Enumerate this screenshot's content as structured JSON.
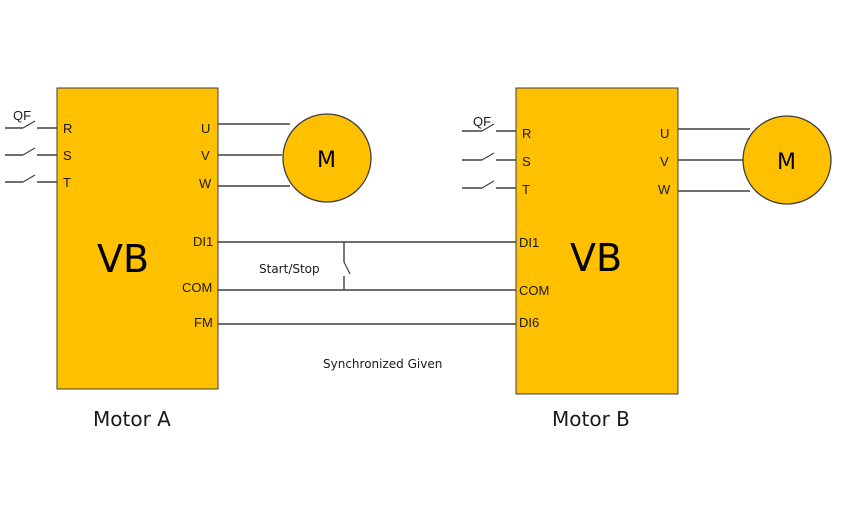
{
  "colors": {
    "drive_fill": "#FFC000",
    "motor_fill": "#FFC000",
    "wire": "#404040"
  },
  "drive_a": {
    "name": "VB",
    "caption": "Motor A",
    "breaker": "QF",
    "input_terminals": [
      "R",
      "S",
      "T"
    ],
    "output_terminals": [
      "U",
      "V",
      "W"
    ],
    "control_terminals": [
      "DI1",
      "COM",
      "FM"
    ],
    "motor": "M"
  },
  "drive_b": {
    "name": "VB",
    "caption": "Motor B",
    "breaker": "QF",
    "input_terminals": [
      "R",
      "S",
      "T"
    ],
    "output_terminals": [
      "U",
      "V",
      "W"
    ],
    "control_terminals": [
      "DI1",
      "COM",
      "DI6"
    ],
    "motor": "M"
  },
  "links": {
    "start_stop_label": "Start/Stop",
    "sync_label": "Synchronized Given"
  }
}
